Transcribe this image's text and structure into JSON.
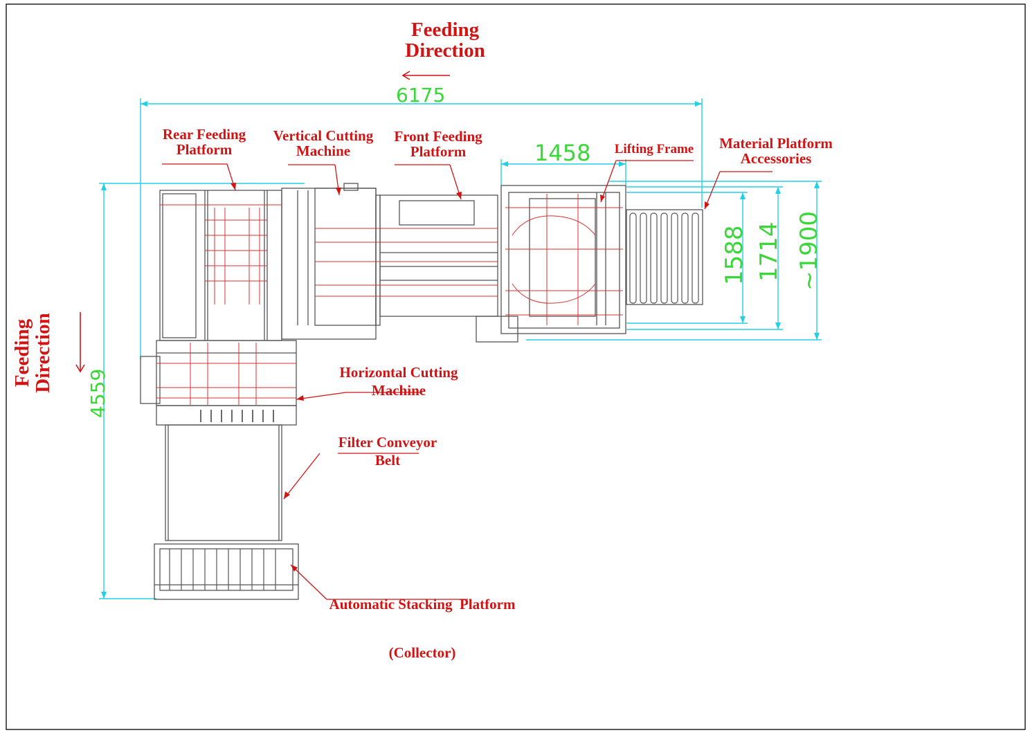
{
  "colors": {
    "label": "#d01414",
    "dimension": "#39d839",
    "dimension_line": "#22d0e6",
    "drawing": "#555555",
    "accent_red": "#d83030"
  },
  "feeding_direction_top": {
    "line1": "Feeding",
    "line2": "Direction"
  },
  "feeding_direction_left": {
    "line1": "Feeding",
    "line2": "Direction"
  },
  "labels": {
    "rear_feeding_platform": {
      "line1": "Rear Feeding",
      "line2": "Platform"
    },
    "vertical_cutting_machine": {
      "line1": "Vertical Cutting",
      "line2": "Machine"
    },
    "front_feeding_platform": {
      "line1": "Front Feeding",
      "line2": "Platform"
    },
    "lifting_frame": "Lifting Frame",
    "material_platform_accessories": {
      "line1": "Material Platform",
      "line2": "Accessories"
    },
    "horizontal_cutting_machine": {
      "line1": "Horizontal Cutting",
      "line2": "Machine"
    },
    "filter_conveyor_belt": {
      "line1": "Filter Conveyor",
      "line2": "Belt"
    },
    "automatic_stacking_platform": {
      "line1": "Automatic Stacking  Platform",
      "line2": "(Collector)"
    }
  },
  "dimensions": {
    "overall_length": "6175",
    "lifting_frame_width": "1458",
    "height_1588": "1588",
    "height_1714": "1714",
    "height_1900": "~1900",
    "overall_depth": "4559"
  }
}
